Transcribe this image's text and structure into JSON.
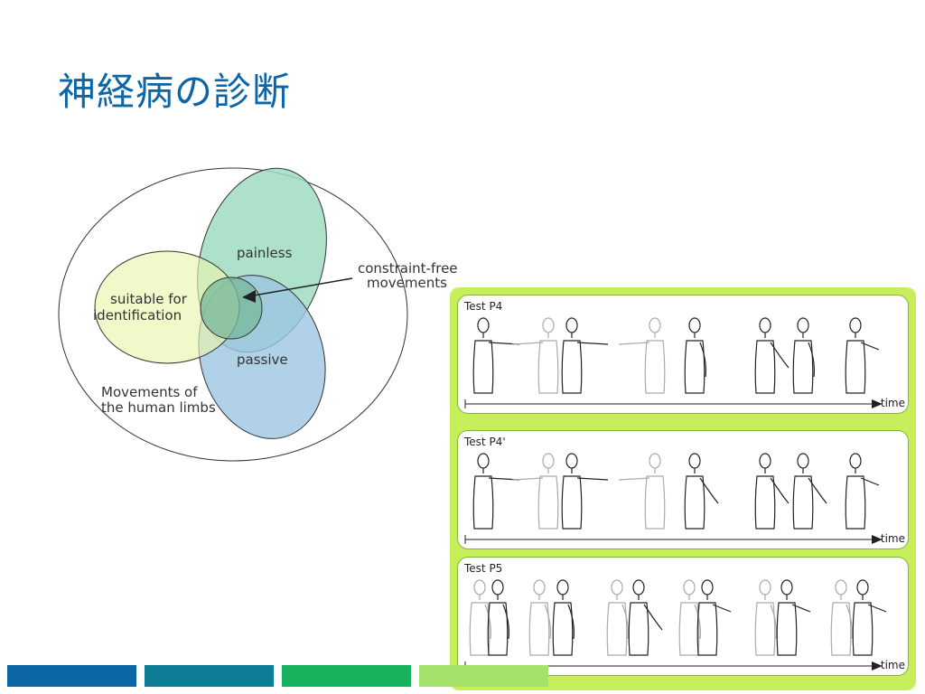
{
  "slide": {
    "title": "神経病の診断"
  },
  "venn": {
    "outer_label_line1": "Movements of",
    "outer_label_line2": "the human limbs",
    "painless_label": "painless",
    "identification_label_line1": "suitable for",
    "identification_label_line2": "identification",
    "passive_label": "passive",
    "callout_line1": "constraint-free",
    "callout_line2": "movements",
    "colors": {
      "painless": "#9fdcc1",
      "identification": "#e9f5ac",
      "passive": "#9cc5e1",
      "overlap": "#78b89a"
    }
  },
  "tests": [
    {
      "label": "Test P4",
      "time_label": "time"
    },
    {
      "label": "Test P4'",
      "time_label": "time"
    },
    {
      "label": "Test P5",
      "time_label": "time"
    }
  ],
  "footer_bars": {
    "colors": [
      "#0c66a6",
      "#0e7e97",
      "#16b25e",
      "#a4e26b"
    ]
  }
}
